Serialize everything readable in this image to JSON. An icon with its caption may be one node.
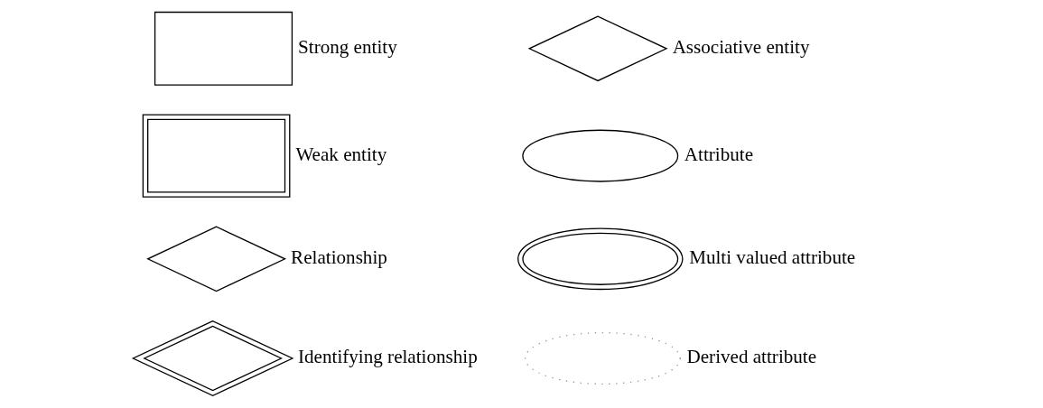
{
  "diagram": {
    "nodes": [
      {
        "text": [],
        "shape": "box",
        "beside": [
          "Strong entity"
        ]
      },
      {
        "text": [],
        "shape": "box",
        "beside": [
          "Weak entity"
        ]
      },
      {
        "text": [],
        "shape": "diamond",
        "beside": [
          "Relationship"
        ]
      },
      {
        "text": [],
        "shape": "diamond",
        "beside": [
          "Identifying relationship"
        ]
      },
      {
        "text": [],
        "shape": "diamond",
        "beside": [
          "Associative entity"
        ]
      },
      {
        "text": [],
        "shape": "ellipse",
        "beside": [
          "Attribute"
        ]
      },
      {
        "text": [],
        "shape": "ellipse",
        "beside": [
          "Multi valued attribute"
        ]
      },
      {
        "text": [],
        "shape": "ellipse",
        "beside": [
          "Derived attribute"
        ]
      }
    ],
    "edges": []
  }
}
